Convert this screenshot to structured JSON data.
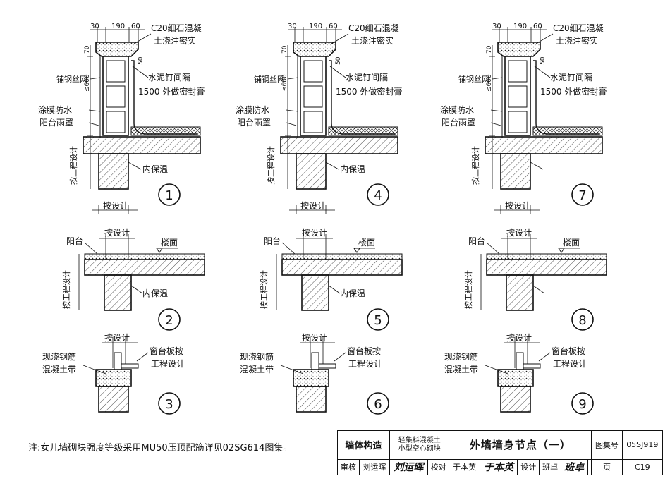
{
  "labels": {
    "dim_30": "30",
    "dim_190": "190",
    "dim_60": "60",
    "dim_70": "70",
    "dim_50": "50",
    "dim_600": "≤600",
    "c20_line1": "C20细石混凝",
    "c20_line2": "土浇注密实",
    "mesh": "铺钢丝网",
    "nail_line1": "水泥钉间隔",
    "nail_line2": "1500 外做密封膏",
    "coating": "涂膜防水",
    "balcony_cover": "阳台雨罩",
    "per_project": "按工程设计",
    "inner_insulation": "内保温",
    "per_design": "按设计",
    "balcony": "阳台",
    "floor": "楼面",
    "cast_line1": "现浇钢筋",
    "cast_line2": "混凝土带",
    "sill_line1": "窗台板按",
    "sill_line2": "工程设计"
  },
  "detail_numbers": [
    "1",
    "2",
    "3",
    "4",
    "5",
    "6",
    "7",
    "8",
    "9"
  ],
  "note": "注:女儿墙砌块强度等级采用MU50压顶配筋详见02SG614图集。",
  "title_block": {
    "category": "墙体构造",
    "subtitle_line1": "轻集料混凝土",
    "subtitle_line2": "小型空心砌块",
    "title": "外墙墙身节点（一）",
    "atlas_label": "图集号",
    "atlas_no": "05SJ919",
    "review_label": "审核",
    "review_name": "刘运晖",
    "review_sig": "刘运晖",
    "check_label": "校对",
    "check_name": "于本英",
    "check_sig": "于本英",
    "design_label": "设计",
    "design_name": "班卓",
    "design_sig": "班卓",
    "page_label": "页",
    "page_no": "C19"
  }
}
